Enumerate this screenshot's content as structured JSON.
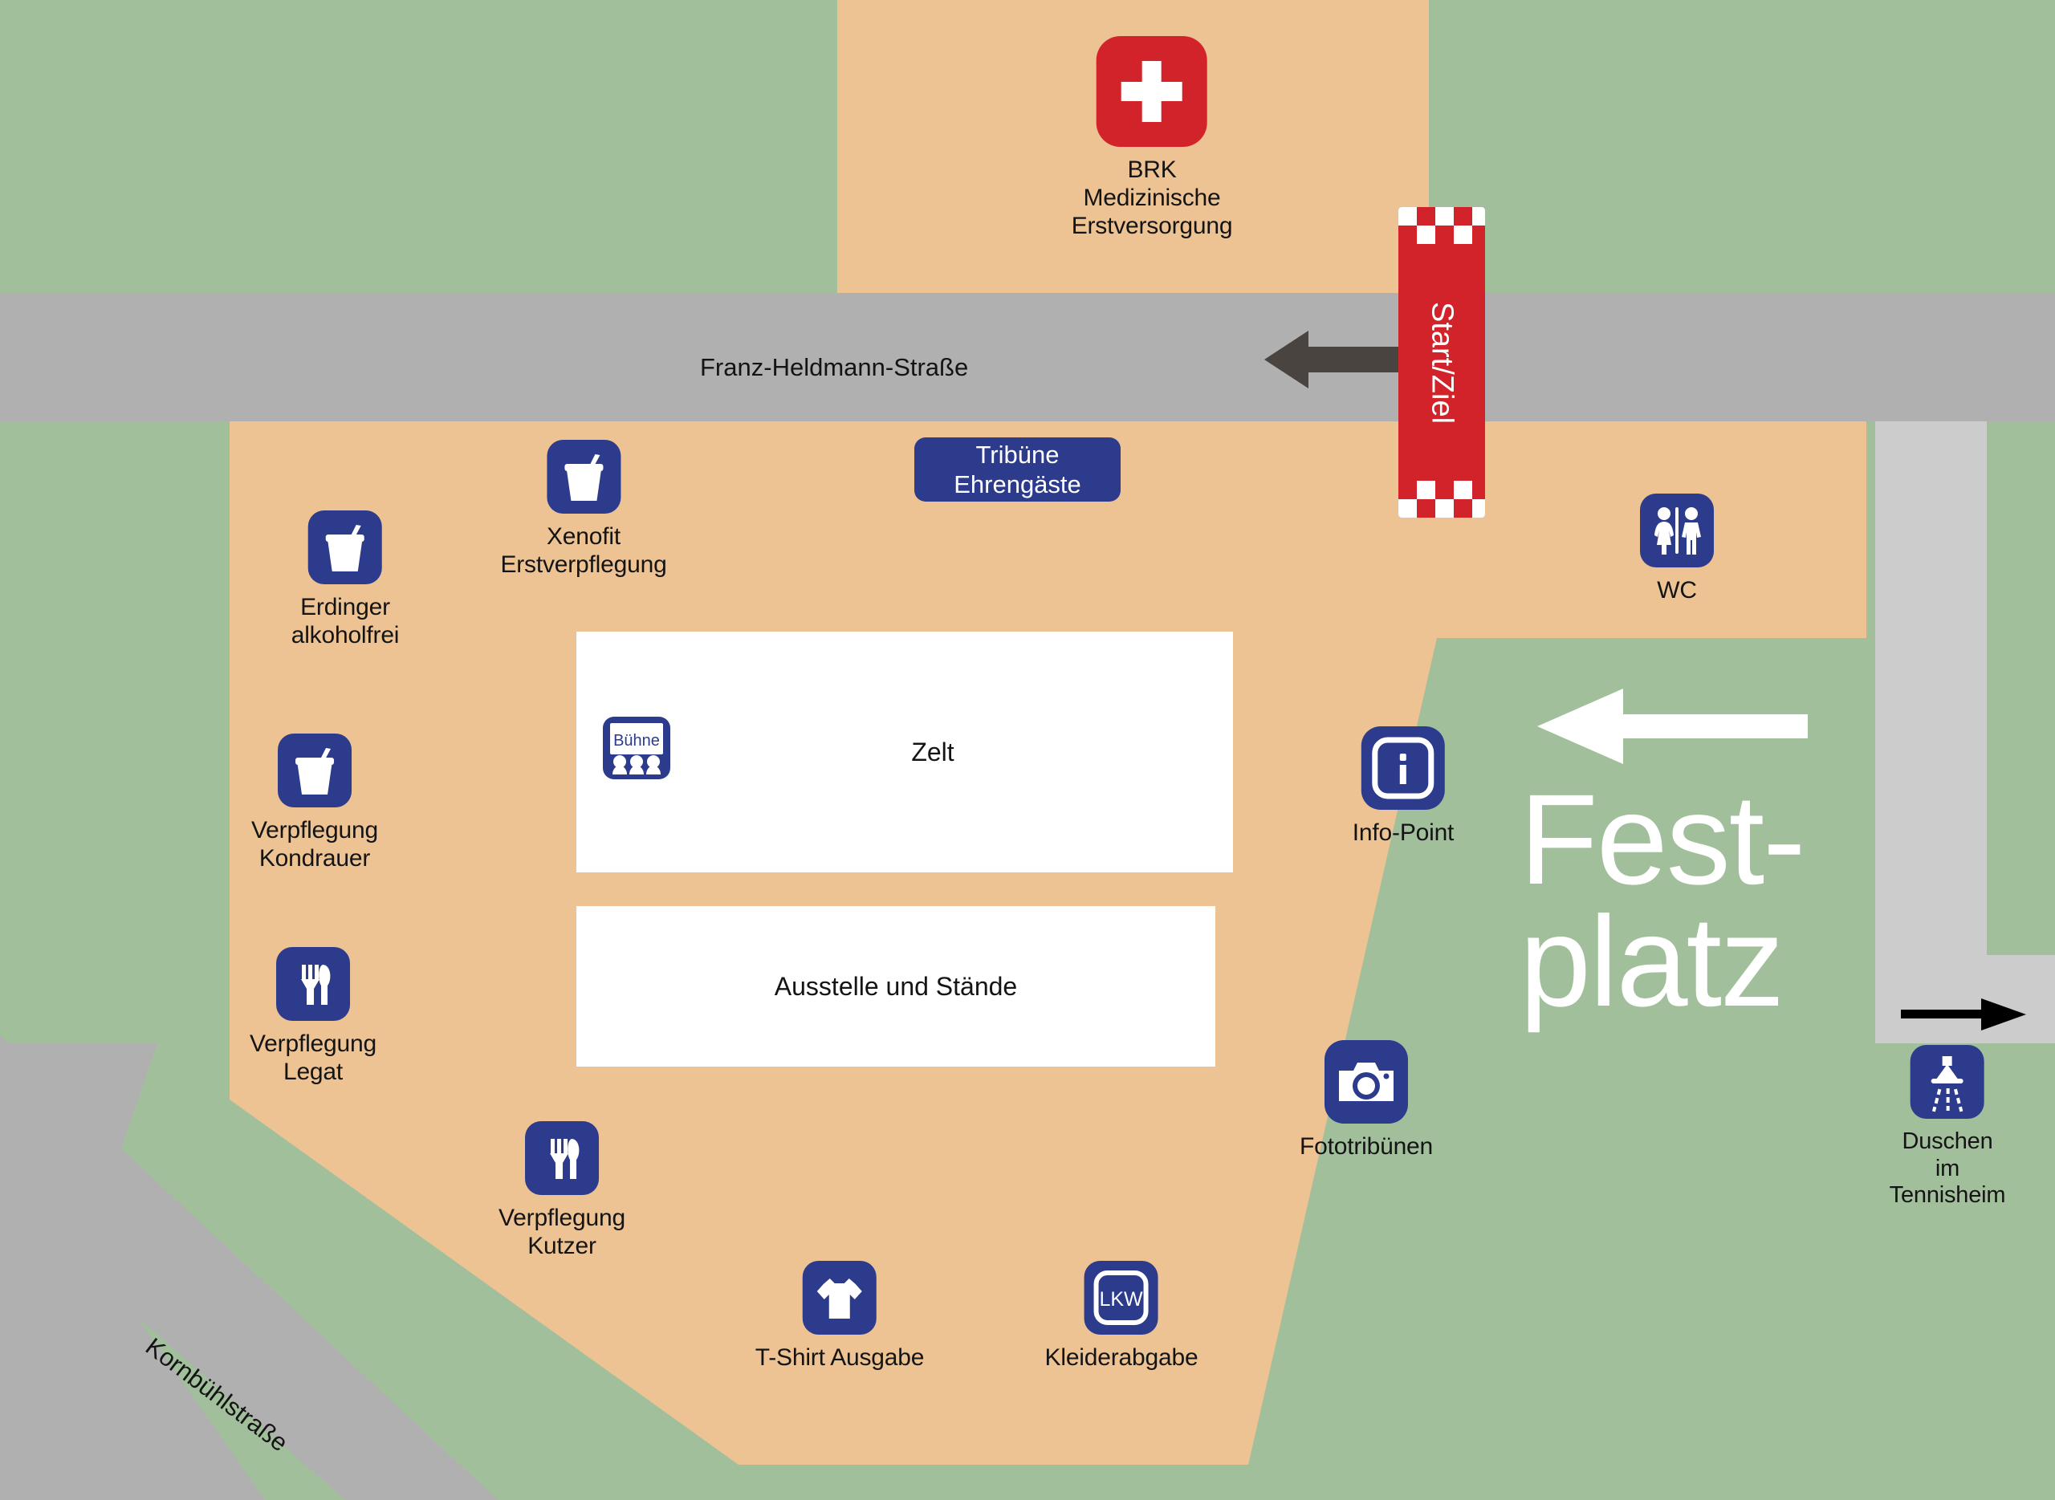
{
  "map": {
    "title": "Festplatz Lageplan",
    "colors": {
      "grass": "#a2bf9c",
      "plaza": "#edc394",
      "road": "#b0b0b0",
      "path": "#cccccc",
      "icon_blue": "#2d3b8c",
      "accent_red": "#d2232a",
      "building_white": "#ffffff",
      "arrow_dark": "#4a4440",
      "label_black": "#141414"
    },
    "streets": [
      {
        "name": "franz-heldmann-strasse",
        "label": "Franz-Heldmann-Straße"
      },
      {
        "name": "kornbuehlstrasse",
        "label": "Kornbühlstraße"
      }
    ],
    "banner": {
      "label": "Start/Ziel"
    },
    "area_label": "Fest-\nplatz",
    "tribuene": {
      "line1": "Tribüne",
      "line2": "Ehrengäste"
    },
    "buildings": [
      {
        "name": "zelt",
        "label": "Zelt"
      },
      {
        "name": "ausstellen",
        "label": "Ausstelle und Stände"
      }
    ],
    "stage_badge": {
      "label": "Bühne"
    },
    "pois": [
      {
        "name": "brk-medizinische-erstversorgung",
        "icon": "medical-cross-icon",
        "label": "BRK\nMedizinische\nErstversorgung"
      },
      {
        "name": "erdinger-alkoholfrei",
        "icon": "drink-cup-icon",
        "label": "Erdinger\nalkoholfrei"
      },
      {
        "name": "xenofit-erstverpflegung",
        "icon": "drink-cup-icon",
        "label": "Xenofit\nErstverpflegung"
      },
      {
        "name": "verpflegung-kondrauer",
        "icon": "drink-cup-icon",
        "label": "Verpflegung\nKondrauer"
      },
      {
        "name": "verpflegung-legat",
        "icon": "cutlery-icon",
        "label": "Verpflegung\nLegat"
      },
      {
        "name": "verpflegung-kutzer",
        "icon": "cutlery-icon",
        "label": "Verpflegung\nKutzer"
      },
      {
        "name": "t-shirt-ausgabe",
        "icon": "tshirt-icon",
        "label": "T-Shirt Ausgabe"
      },
      {
        "name": "kleiderabgabe",
        "icon": "lkw-icon",
        "label": "Kleiderabgabe",
        "icon_text": "LKW"
      },
      {
        "name": "wc",
        "icon": "restroom-icon",
        "label": "WC"
      },
      {
        "name": "info-point",
        "icon": "information-icon",
        "label": "Info-Point",
        "icon_text": "i"
      },
      {
        "name": "fototribuenen",
        "icon": "camera-icon",
        "label": "Fototribünen"
      },
      {
        "name": "duschen-im-tennisheim",
        "icon": "shower-icon",
        "label": "Duschen im\nTennisheim"
      }
    ],
    "arrows": [
      {
        "name": "road-direction-arrow",
        "direction": "left",
        "color": "#4a4440"
      },
      {
        "name": "festplatz-direction-arrow",
        "direction": "left",
        "color": "#ffffff"
      },
      {
        "name": "duschen-direction-arrow",
        "direction": "right",
        "color": "#000000"
      }
    ]
  }
}
